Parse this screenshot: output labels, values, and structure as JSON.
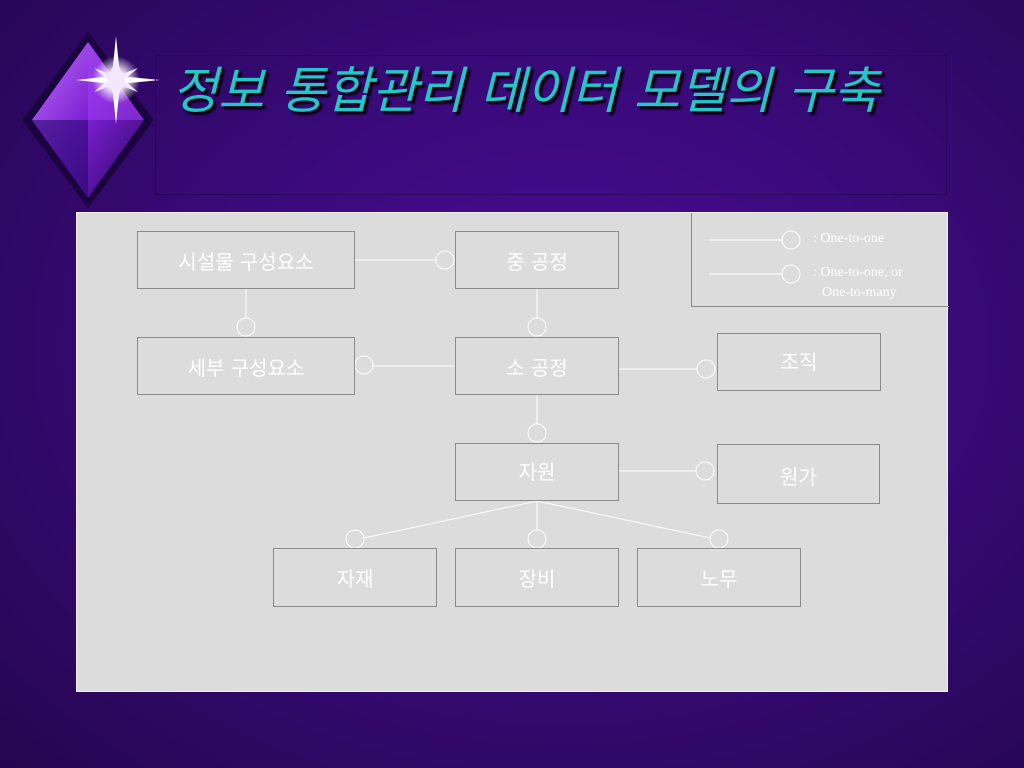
{
  "title": "정보 통합관리 데이터 모델의 구축",
  "colors": {
    "title": "#20c8c8",
    "panel": "#dcdcdc",
    "node_text": "#ffffff",
    "connector": "#ffffff"
  },
  "logo": {
    "icon": "diamond-star-icon"
  },
  "nodes": {
    "facility_component": "시설물 구성요소",
    "mid_process": "중 공정",
    "detail_component": "세부 구성요소",
    "small_process": "소 공정",
    "organization": "조직",
    "resource": "자원",
    "cost": "원가",
    "material": "자재",
    "equipment": "장비",
    "labor": "노무"
  },
  "legend": {
    "one_to_one": ": One-to-one",
    "one_to_many_line1": ": One-to-one, or",
    "one_to_many_line2": "One-to-many"
  }
}
